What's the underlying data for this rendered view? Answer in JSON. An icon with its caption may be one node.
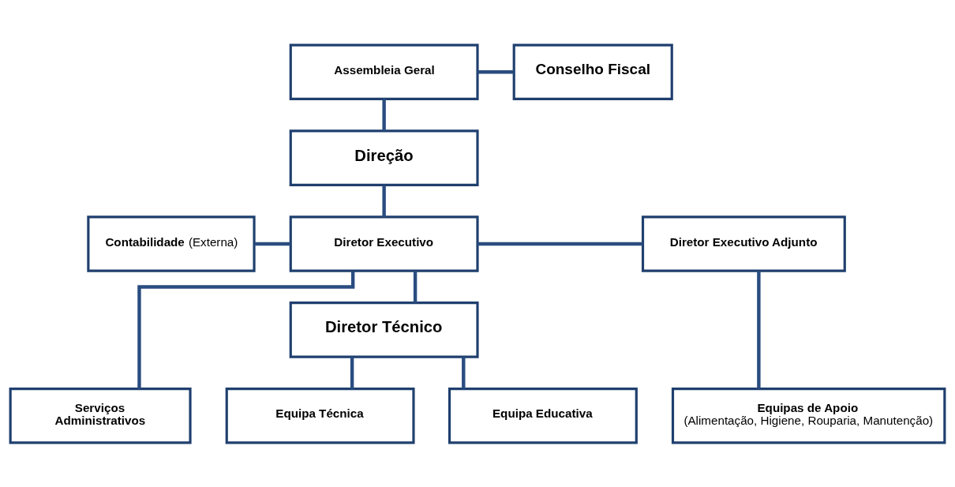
{
  "diagram": {
    "nodes": [
      {
        "text": [
          "Assembleia Geral"
        ]
      },
      {
        "text": [
          "Conselho Fiscal"
        ]
      },
      {
        "text": [
          "Direção"
        ]
      },
      {
        "text": [
          "**Contabilidade** (Externa)"
        ]
      },
      {
        "text": [
          "Diretor Executivo"
        ]
      },
      {
        "text": [
          "Diretor Executivo Adjunto"
        ]
      },
      {
        "text": [
          "Diretor Técnico"
        ]
      },
      {
        "text": [
          "Serviços Administrativos"
        ]
      },
      {
        "text": [
          "Equipa Técnica"
        ]
      },
      {
        "text": [
          "Equipa Educativa"
        ]
      },
      {
        "text": [
          "Equipas de Apoio",
          "(Alimentação, Higiene, Rouparia, Manutenção)"
        ]
      }
    ],
    "edges": [
      {
        "from": 0,
        "to": 1,
        "arrow": "none"
      },
      {
        "from": 0,
        "to": 2,
        "arrow": "none"
      },
      {
        "from": 2,
        "to": 4,
        "arrow": "none"
      },
      {
        "from": 3,
        "to": 4,
        "arrow": "none"
      },
      {
        "from": 4,
        "to": 5,
        "arrow": "none"
      },
      {
        "from": 4,
        "to": 7,
        "arrow": "none"
      },
      {
        "from": 4,
        "to": 6,
        "arrow": "none"
      },
      {
        "from": 6,
        "to": 8,
        "arrow": "none"
      },
      {
        "from": 6,
        "to": 9,
        "arrow": "none"
      },
      {
        "from": 5,
        "to": 10,
        "arrow": "none"
      }
    ]
  }
}
